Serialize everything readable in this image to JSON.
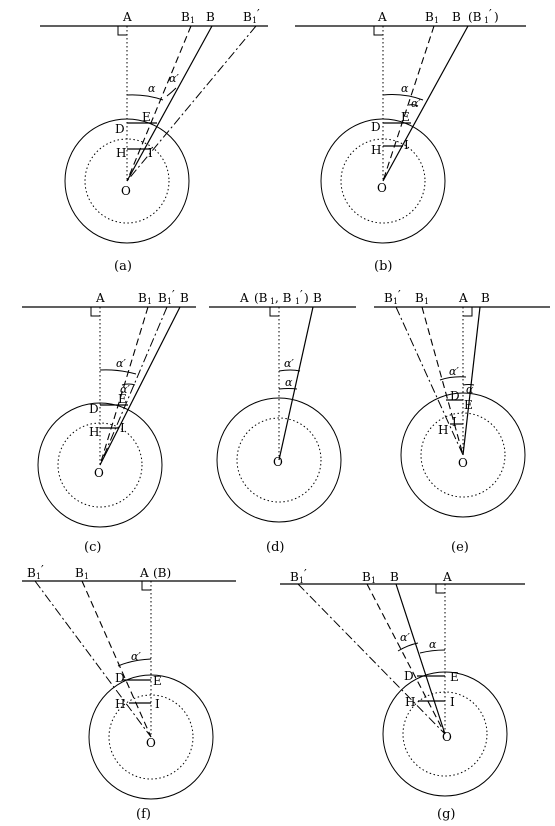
{
  "labels": {
    "A": "A",
    "B": "B",
    "B1": "B",
    "B1_sub": "1",
    "B1p": "B",
    "B1p_sub": "1",
    "B1p_prime": "′",
    "O": "O",
    "D": "D",
    "E": "E",
    "H": "H",
    "I": "I",
    "alpha": "α",
    "alpha_prime": "α′",
    "b_paren_open": "(B",
    "b_paren_close": ")",
    "d_open": "(B",
    "d_comma": ", B",
    "d_close": ")",
    "f_paren": "(B)"
  },
  "captions": {
    "a": "(a)",
    "b": "(b)",
    "c": "(c)",
    "d": "(d)",
    "e": "(e)",
    "f": "(f)",
    "g": "(g)"
  }
}
